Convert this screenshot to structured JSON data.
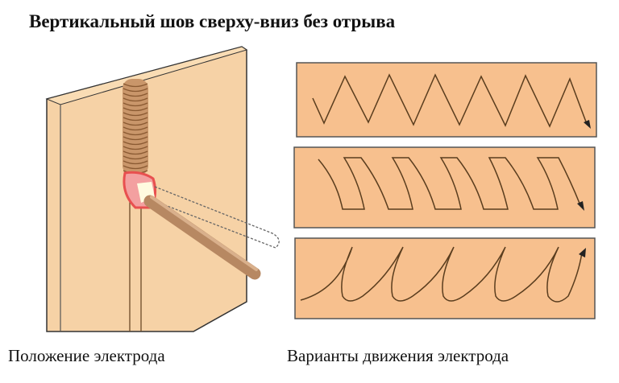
{
  "title": "Вертикальный шов сверху-вниз без отрыва",
  "captions": {
    "left": "Положение электрода",
    "right": "Варианты движения электрода"
  },
  "colors": {
    "plate": "#f5cf9f",
    "panel": "#f7c08e",
    "line": "#5a3d1e",
    "arc": "#e8504f"
  }
}
